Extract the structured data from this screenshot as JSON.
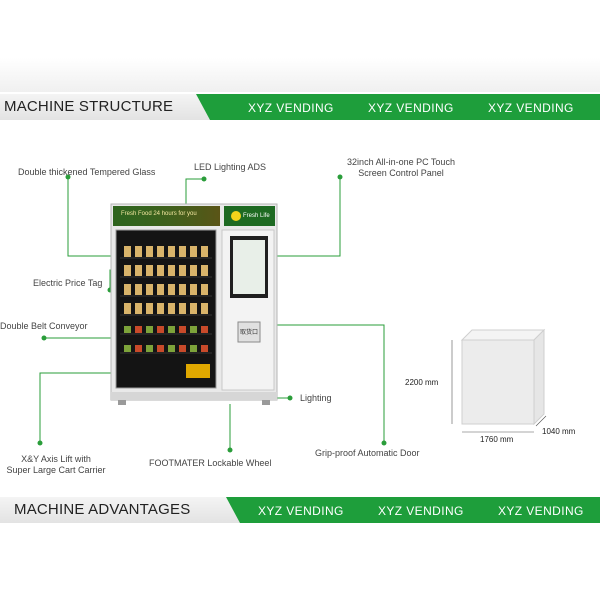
{
  "structure_band": {
    "title": "MACHINE STRUCTURE",
    "brands": [
      "XYZ VENDING",
      "XYZ VENDING",
      "XYZ VENDING"
    ]
  },
  "advantages_band": {
    "title": "MACHINE ADVANTAGES",
    "brands": [
      "XYZ VENDING",
      "XYZ VENDING",
      "XYZ VENDING"
    ]
  },
  "machine": {
    "banner_left": "Fresh Food 24 hours for you",
    "banner_right": "Fresh Life",
    "pickup_label": "取货口"
  },
  "callouts": {
    "glass": "Double thickened Tempered Glass",
    "led": "LED Lighting ADS",
    "touch_line1": "32inch All-in-one PC Touch",
    "touch_line2": "Screen Control Panel",
    "price_tag": "Electric Price Tag",
    "conveyor": "Double Belt Conveyor",
    "lighting": "Lighting",
    "lift_line1": "X&Y Axis Lift with",
    "lift_line2": "Super Large Cart Carrier",
    "wheel": "FOOTMATER Lockable Wheel",
    "door": "Grip-proof Automatic Door"
  },
  "dimensions": {
    "height": "2200 mm",
    "width": "1760 mm",
    "depth": "1040 mm"
  },
  "colors": {
    "accent_green": "#1e9e3b",
    "callout_line": "#2a9d3a"
  }
}
